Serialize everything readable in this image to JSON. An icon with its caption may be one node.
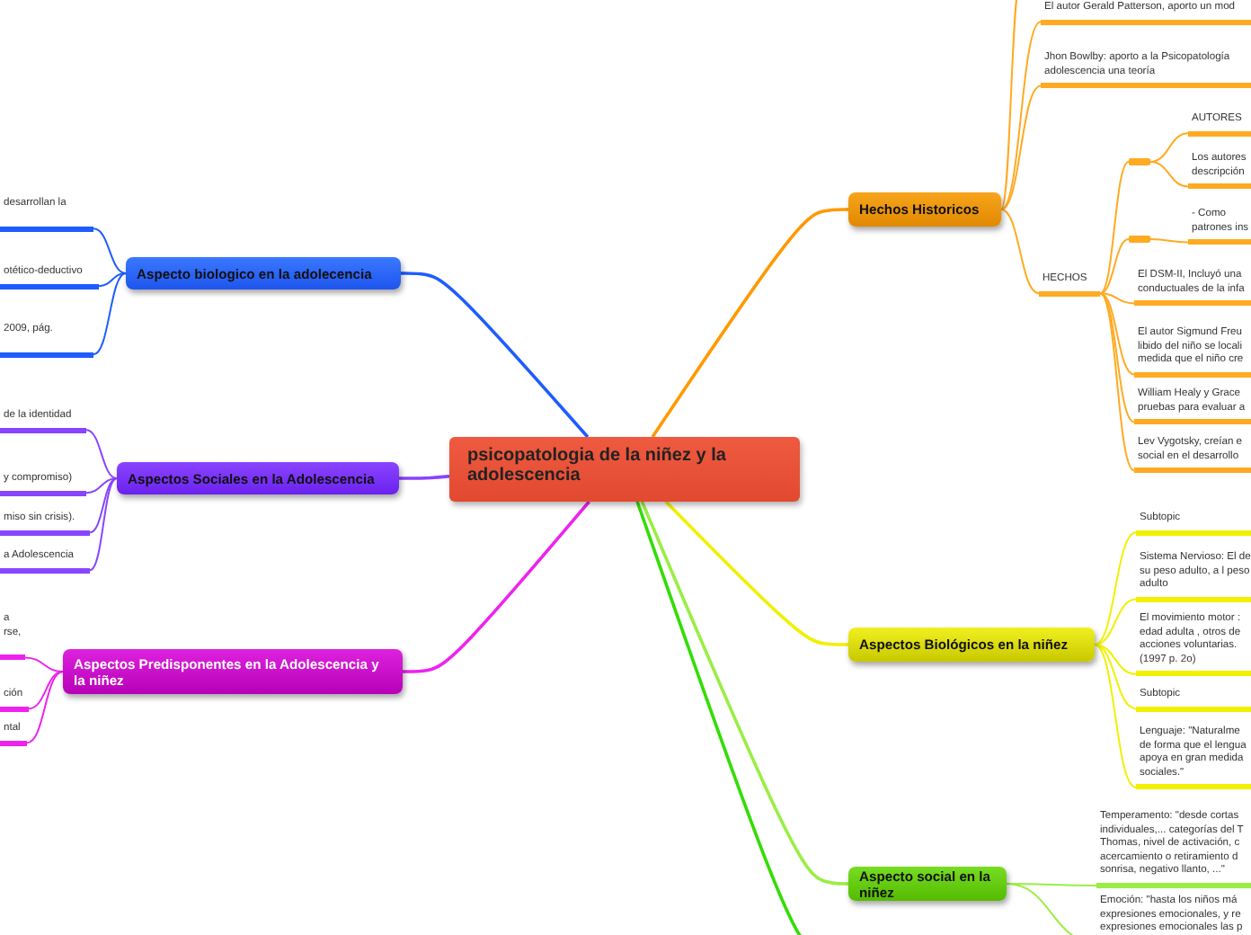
{
  "diagram": {
    "nodes": [
      {
        "text": [
          "psicopatologia de la niñez y la adolescencia"
        ]
      },
      {
        "text": [
          "Hechos Historicos"
        ]
      },
      {
        "text": [
          "El autor Gerald Patterson, aporto un mod"
        ]
      },
      {
        "text": [
          "Jhon Bowlby: aporto a la Psicopatología adolescencia una teoría"
        ]
      },
      {
        "text": [
          "HECHOS"
        ]
      },
      {
        "text": [],
        "shape": "bar"
      },
      {
        "text": [
          "AUTORES"
        ]
      },
      {
        "text": [
          "Los autores descripción"
        ]
      },
      {
        "text": [],
        "shape": "bar"
      },
      {
        "text": [
          "- Como patrones ins"
        ]
      },
      {
        "text": [
          "El DSM-II, Incluyó una conductuales de la infa"
        ]
      },
      {
        "text": [
          "El autor Sigmund Freu libido del niño se locali medida que el niño cre"
        ]
      },
      {
        "text": [
          "William Healy y Grace pruebas para evaluar a"
        ]
      },
      {
        "text": [
          "Lev Vygotsky, creían e social en el desarrollo"
        ]
      },
      {
        "text": [
          "Aspectos Biológicos en la niñez"
        ]
      },
      {
        "text": [
          "Subtopic"
        ]
      },
      {
        "text": [
          "Sistema Nervioso: El de su peso adulto, a l peso adulto"
        ]
      },
      {
        "text": [
          "El movimiento motor : edad adulta , otros de acciones voluntarias. (1997 p. 2o)"
        ]
      },
      {
        "text": [
          "Subtopic"
        ]
      },
      {
        "text": [
          "Lenguaje: \"Naturalme de forma que el lengua apoya en gran medida sociales.\""
        ]
      },
      {
        "text": [
          "Aspecto social en la niñez"
        ]
      },
      {
        "text": [
          "Temperamento: \"desde cortas individuales,... categorías del T Thomas, nivel de activación, c acercamiento o retiramiento d sonrisa, negativo llanto, ...\""
        ]
      },
      {
        "text": [
          "Emoción: \"hasta los niños má expresiones emocionales, y re expresiones emocionales las p"
        ]
      },
      {
        "text": [
          "Aspecto biologico en la adolecencia"
        ]
      },
      {
        "text": [
          "desarrollan la"
        ]
      },
      {
        "text": [
          "otético-deductivo"
        ]
      },
      {
        "text": [
          "2009, pág."
        ]
      },
      {
        "text": [
          "Aspectos Sociales en la Adolescencia"
        ]
      },
      {
        "text": [
          "de la identidad"
        ]
      },
      {
        "text": [
          "y compromiso)"
        ]
      },
      {
        "text": [
          "miso sin crisis)."
        ]
      },
      {
        "text": [
          "a Adolescencia"
        ]
      },
      {
        "text": [
          "Aspectos Predisponentes en la Adolescencia y la niñez"
        ]
      },
      {
        "text": [
          "a rse,"
        ]
      },
      {
        "text": [
          "ción"
        ]
      },
      {
        "text": [
          "ntal"
        ]
      }
    ],
    "edges": [
      {
        "from": 0,
        "to": 1,
        "arrow": "none",
        "color": "#ff9900"
      },
      {
        "from": 0,
        "to": 14,
        "arrow": "none",
        "color": "#f0f000"
      },
      {
        "from": 0,
        "to": 20,
        "arrow": "none",
        "color": "#99ee44"
      },
      {
        "from": 0,
        "to": null,
        "arrow": "none",
        "color": "#33dd00"
      },
      {
        "from": 0,
        "to": 23,
        "arrow": "none",
        "color": "#1e5cff"
      },
      {
        "from": 0,
        "to": 27,
        "arrow": "none",
        "color": "#8844ff"
      },
      {
        "from": 0,
        "to": 32,
        "arrow": "none",
        "color": "#ee22ee"
      },
      {
        "from": 1,
        "to": null,
        "arrow": "none",
        "color": "#ffaa22"
      },
      {
        "from": 1,
        "to": 2,
        "arrow": "none",
        "color": "#ffaa22"
      },
      {
        "from": 1,
        "to": 3,
        "arrow": "none",
        "color": "#ffaa22"
      },
      {
        "from": 1,
        "to": 4,
        "arrow": "none",
        "color": "#ffaa22"
      },
      {
        "from": 4,
        "to": 5,
        "arrow": "none",
        "color": "#ffaa22"
      },
      {
        "from": 4,
        "to": 8,
        "arrow": "none",
        "color": "#ffaa22"
      },
      {
        "from": 4,
        "to": 10,
        "arrow": "none",
        "color": "#ffaa22"
      },
      {
        "from": 4,
        "to": 11,
        "arrow": "none",
        "color": "#ffaa22"
      },
      {
        "from": 4,
        "to": 12,
        "arrow": "none",
        "color": "#ffaa22"
      },
      {
        "from": 4,
        "to": 13,
        "arrow": "none",
        "color": "#ffaa22"
      },
      {
        "from": 5,
        "to": 6,
        "arrow": "none",
        "color": "#ffaa22"
      },
      {
        "from": 5,
        "to": 7,
        "arrow": "none",
        "color": "#ffaa22"
      },
      {
        "from": 8,
        "to": 9,
        "arrow": "none",
        "color": "#ffaa22"
      },
      {
        "from": 14,
        "to": 15,
        "arrow": "none",
        "color": "#f0f000"
      },
      {
        "from": 14,
        "to": 16,
        "arrow": "none",
        "color": "#f0f000"
      },
      {
        "from": 14,
        "to": 17,
        "arrow": "none",
        "color": "#f0f000"
      },
      {
        "from": 14,
        "to": 18,
        "arrow": "none",
        "color": "#f0f000"
      },
      {
        "from": 14,
        "to": 19,
        "arrow": "none",
        "color": "#f0f000"
      },
      {
        "from": 20,
        "to": 21,
        "arrow": "none",
        "color": "#99ee44"
      },
      {
        "from": 20,
        "to": 22,
        "arrow": "none",
        "color": "#99ee44"
      },
      {
        "from": 23,
        "to": 24,
        "arrow": "none",
        "color": "#1e5cff"
      },
      {
        "from": 23,
        "to": 25,
        "arrow": "none",
        "color": "#1e5cff"
      },
      {
        "from": 23,
        "to": 26,
        "arrow": "none",
        "color": "#1e5cff"
      },
      {
        "from": 27,
        "to": 28,
        "arrow": "none",
        "color": "#8844ff"
      },
      {
        "from": 27,
        "to": 29,
        "arrow": "none",
        "color": "#8844ff"
      },
      {
        "from": 27,
        "to": 30,
        "arrow": "none",
        "color": "#8844ff"
      },
      {
        "from": 27,
        "to": 31,
        "arrow": "none",
        "color": "#8844ff"
      },
      {
        "from": 32,
        "to": 33,
        "arrow": "none",
        "color": "#ee22ee"
      },
      {
        "from": 32,
        "to": 34,
        "arrow": "none",
        "color": "#ee22ee"
      },
      {
        "from": 32,
        "to": 35,
        "arrow": "none",
        "color": "#ee22ee"
      }
    ]
  }
}
